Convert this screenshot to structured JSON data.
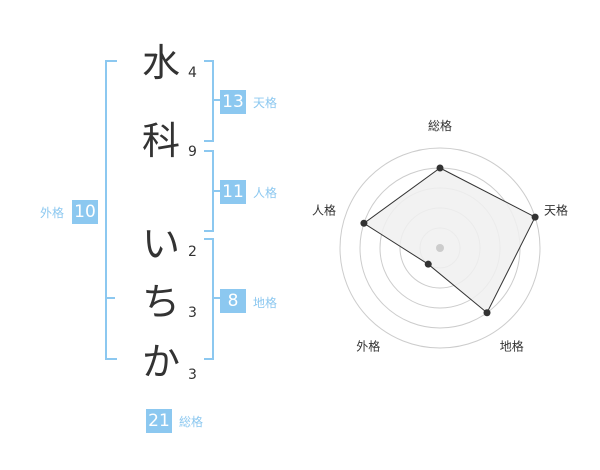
{
  "name": {
    "chars": [
      {
        "char": "水",
        "strokes": "4"
      },
      {
        "char": "科",
        "strokes": "9"
      },
      {
        "char": "い",
        "strokes": "2"
      },
      {
        "char": "ち",
        "strokes": "3"
      },
      {
        "char": "か",
        "strokes": "3"
      }
    ]
  },
  "kakusu": {
    "tenkaku": {
      "value": "13",
      "label": "天格"
    },
    "jinkaku": {
      "value": "11",
      "label": "人格"
    },
    "chikaku": {
      "value": "8",
      "label": "地格"
    },
    "gaikaku": {
      "value": "10",
      "label": "外格"
    },
    "soukaku": {
      "value": "21",
      "label": "総格"
    }
  },
  "chart_data": {
    "type": "radar",
    "axes": [
      "総格",
      "天格",
      "地格",
      "外格",
      "人格"
    ],
    "values": [
      4,
      5,
      4,
      1,
      4
    ],
    "max": 5,
    "colors": {
      "fill": "#f0f0f0",
      "line": "#333333",
      "grid": "#cccccc",
      "center": "#cccccc"
    }
  }
}
